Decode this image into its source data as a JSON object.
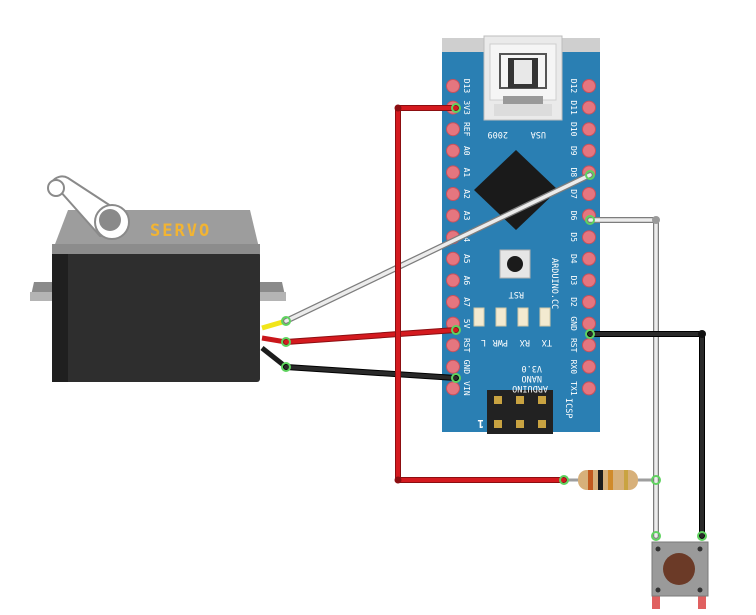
{
  "servo": {
    "label": "SERVO"
  },
  "board": {
    "left_pins": [
      "D13",
      "3V3",
      "REF",
      "A0",
      "A1",
      "A2",
      "A3",
      "A4",
      "A5",
      "A6",
      "A7",
      "5V",
      "RST",
      "GND",
      "VIN"
    ],
    "right_pins": [
      "D12",
      "D11",
      "D10",
      "D9",
      "D8",
      "D7",
      "D6",
      "D5",
      "D4",
      "D3",
      "D2",
      "GND",
      "RST",
      "RX0",
      "TX1"
    ],
    "text_2009": "2009",
    "text_usa": "USA",
    "rst_label": "RST",
    "arduino_cc": "ARDUINO.CC",
    "led_labels": [
      "L",
      "PWR",
      "RX",
      "TX"
    ],
    "model_line1": "ARDUINO",
    "model_line2": "NANO",
    "model_line3": "V3.0",
    "icsp_label": "ICSP",
    "icsp_number": "1"
  },
  "colors": {
    "board_blue": "#2a7fb3",
    "wire_red": "#c9161b",
    "wire_black": "#1c1c1c",
    "wire_white": "#dcdcdc",
    "pin_pink": "#e5767f",
    "servo_body": "#2e2e2e",
    "servo_top": "#9d9d9d"
  }
}
